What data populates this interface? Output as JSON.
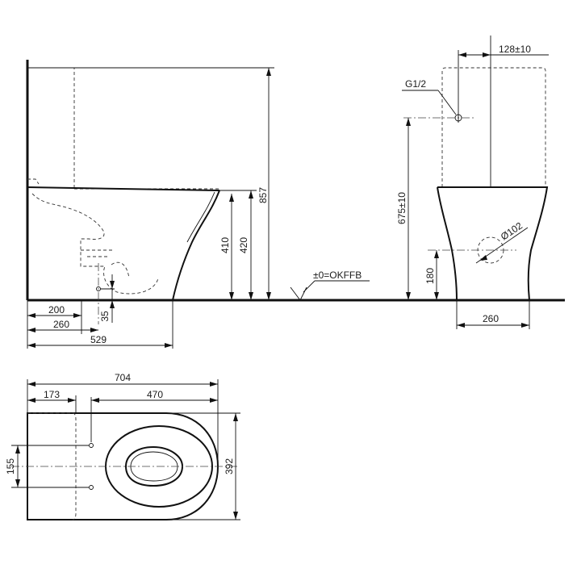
{
  "side_view": {
    "dims": {
      "height_total": "857",
      "height_rim_420": "420",
      "height_rim_410": "410",
      "inlet_200": "200",
      "inlet_260": "260",
      "depth_529": "529",
      "outlet_35": "35"
    },
    "floor_label": "±0=OKFFB"
  },
  "front_view": {
    "dims": {
      "offset": "128±10",
      "connection": "G1/2",
      "height_675": "675±10",
      "diameter": "Ø102",
      "height_180": "180",
      "width_260": "260"
    }
  },
  "plan_view": {
    "dims": {
      "length_total": "704",
      "tank_173": "173",
      "bowl_470": "470",
      "width_392": "392",
      "fix_155": "155"
    }
  }
}
